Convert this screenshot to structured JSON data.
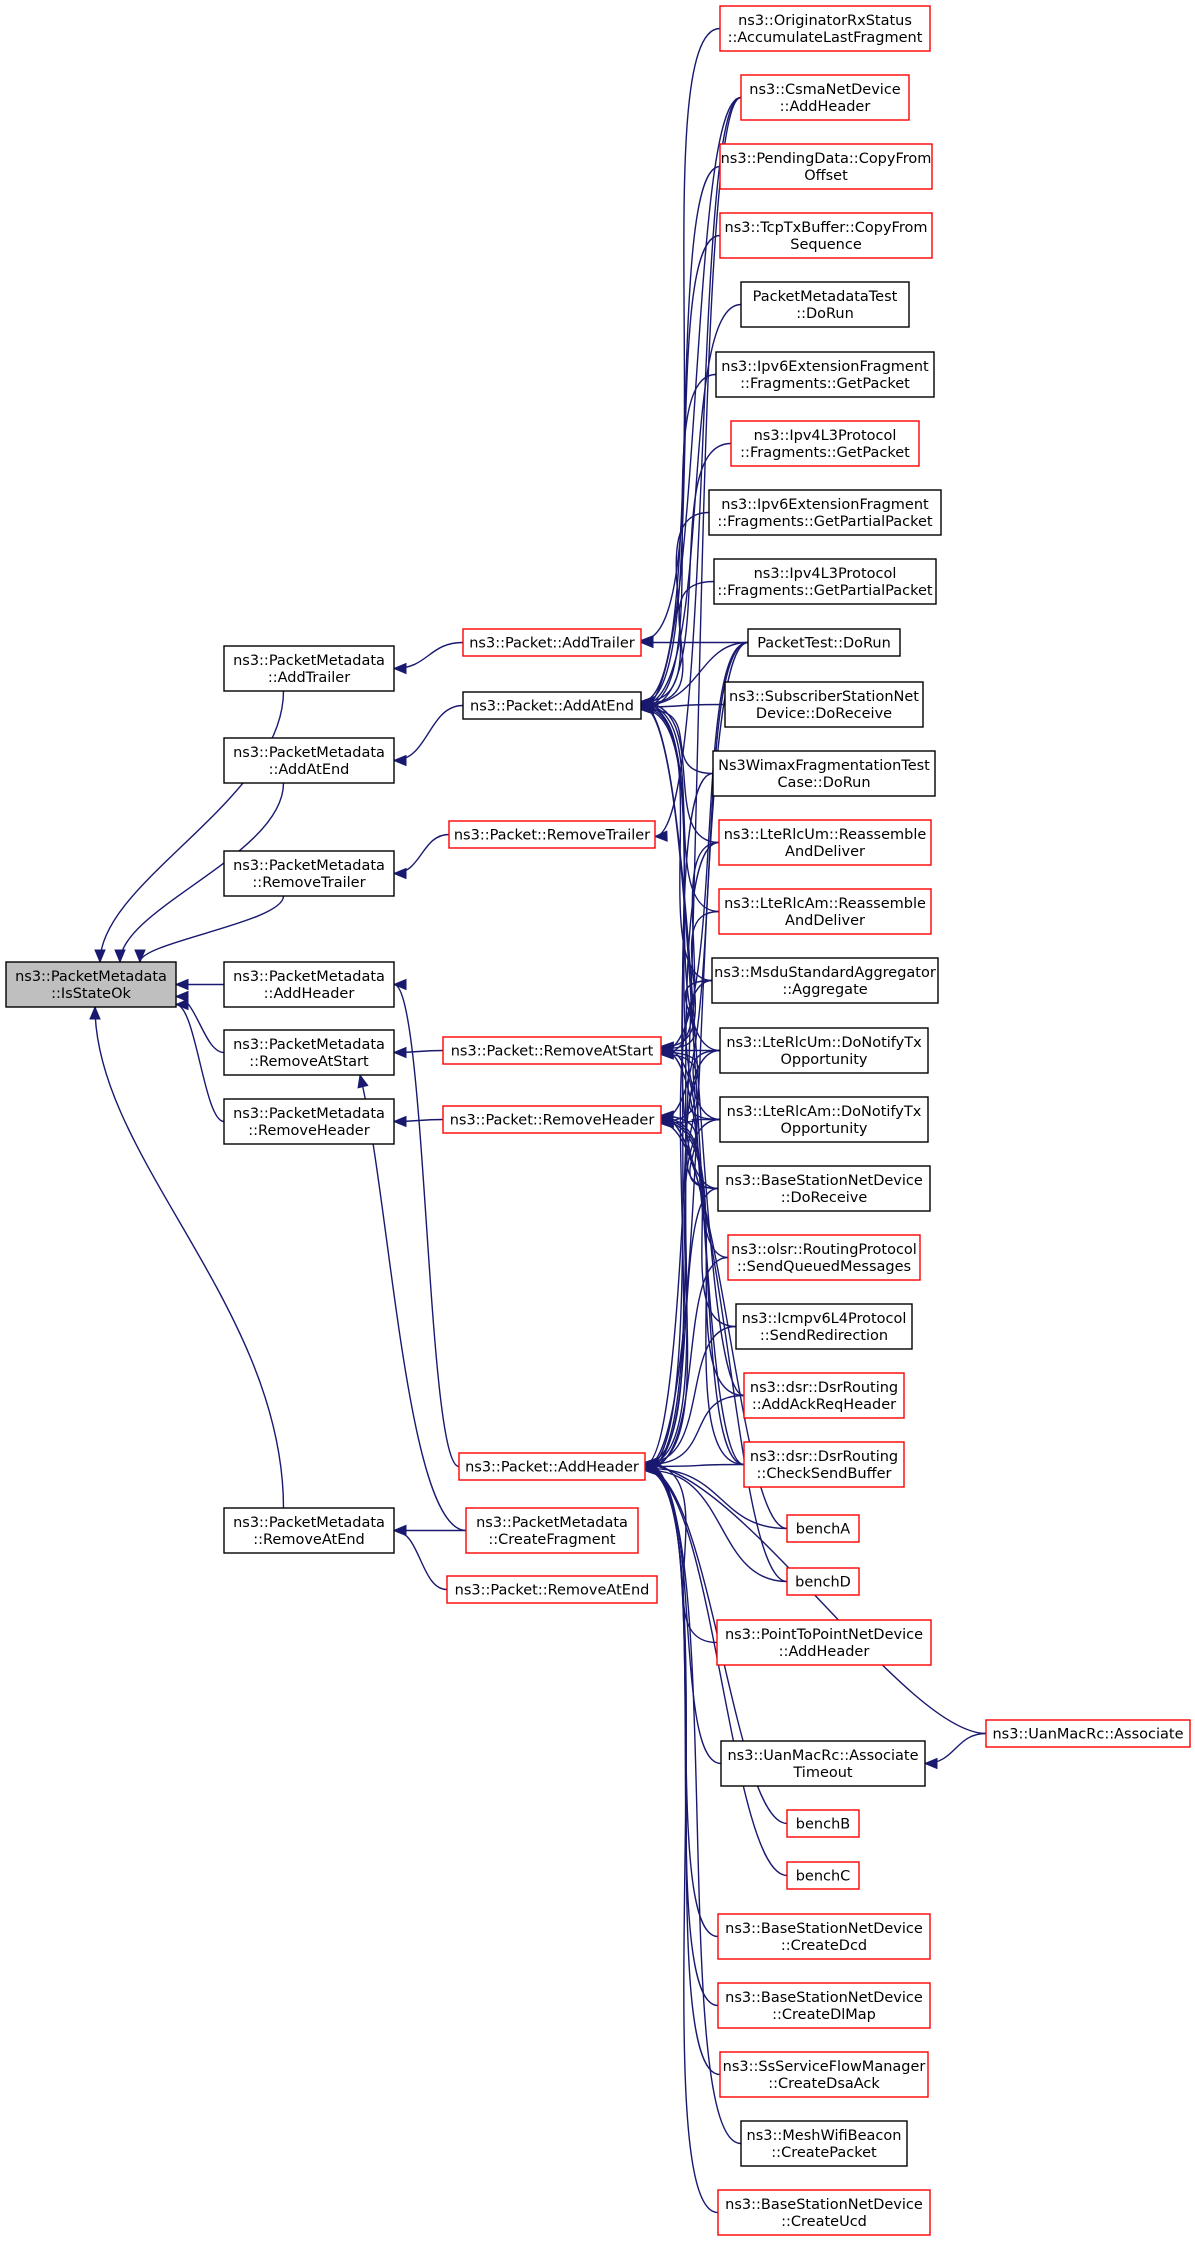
{
  "nodes": [
    {
      "id": "isstateok",
      "style": "root",
      "lines": [
        "ns3::PacketMetadata",
        "::IsStateOk"
      ]
    },
    {
      "id": "pm_addtrailer",
      "style": "black",
      "lines": [
        "ns3::PacketMetadata",
        "::AddTrailer"
      ]
    },
    {
      "id": "pm_addatend",
      "style": "black",
      "lines": [
        "ns3::PacketMetadata",
        "::AddAtEnd"
      ]
    },
    {
      "id": "pm_removetrailer",
      "style": "black",
      "lines": [
        "ns3::PacketMetadata",
        "::RemoveTrailer"
      ]
    },
    {
      "id": "pm_addheader",
      "style": "black",
      "lines": [
        "ns3::PacketMetadata",
        "::AddHeader"
      ]
    },
    {
      "id": "pm_removeatstart",
      "style": "black",
      "lines": [
        "ns3::PacketMetadata",
        "::RemoveAtStart"
      ]
    },
    {
      "id": "pm_removeheader",
      "style": "black",
      "lines": [
        "ns3::PacketMetadata",
        "::RemoveHeader"
      ]
    },
    {
      "id": "pm_removeatend",
      "style": "black",
      "lines": [
        "ns3::PacketMetadata",
        "::RemoveAtEnd"
      ]
    },
    {
      "id": "p_addtrailer",
      "style": "red",
      "lines": [
        "ns3::Packet::AddTrailer"
      ]
    },
    {
      "id": "p_addatend",
      "style": "black",
      "lines": [
        "ns3::Packet::AddAtEnd"
      ]
    },
    {
      "id": "p_removetrailer",
      "style": "red",
      "lines": [
        "ns3::Packet::RemoveTrailer"
      ]
    },
    {
      "id": "p_removeatstart",
      "style": "red",
      "lines": [
        "ns3::Packet::RemoveAtStart"
      ]
    },
    {
      "id": "p_removeheader",
      "style": "red",
      "lines": [
        "ns3::Packet::RemoveHeader"
      ]
    },
    {
      "id": "p_addheader",
      "style": "red",
      "lines": [
        "ns3::Packet::AddHeader"
      ]
    },
    {
      "id": "pm_createfragment",
      "style": "red",
      "lines": [
        "ns3::PacketMetadata",
        "::CreateFragment"
      ]
    },
    {
      "id": "p_removeatend",
      "style": "red",
      "lines": [
        "ns3::Packet::RemoveAtEnd"
      ]
    },
    {
      "id": "orig_acc",
      "style": "red",
      "lines": [
        "ns3::OriginatorRxStatus",
        "::AccumulateLastFragment"
      ]
    },
    {
      "id": "csma_addheader",
      "style": "red",
      "lines": [
        "ns3::CsmaNetDevice",
        "::AddHeader"
      ]
    },
    {
      "id": "pending_copy",
      "style": "red",
      "lines": [
        "ns3::PendingData::CopyFrom",
        "Offset"
      ]
    },
    {
      "id": "tcptx_copy",
      "style": "red",
      "lines": [
        "ns3::TcpTxBuffer::CopyFrom",
        "Sequence"
      ]
    },
    {
      "id": "pmtest_dorun",
      "style": "black",
      "lines": [
        "PacketMetadataTest",
        "::DoRun"
      ]
    },
    {
      "id": "ipv6ext_getpacket",
      "style": "black",
      "lines": [
        "ns3::Ipv6ExtensionFragment",
        "::Fragments::GetPacket"
      ]
    },
    {
      "id": "ipv4l3_getpacket",
      "style": "red",
      "lines": [
        "ns3::Ipv4L3Protocol",
        "::Fragments::GetPacket"
      ]
    },
    {
      "id": "ipv6ext_getpartial",
      "style": "black",
      "lines": [
        "ns3::Ipv6ExtensionFragment",
        "::Fragments::GetPartialPacket"
      ]
    },
    {
      "id": "ipv4l3_getpartial",
      "style": "black",
      "lines": [
        "ns3::Ipv4L3Protocol",
        "::Fragments::GetPartialPacket"
      ]
    },
    {
      "id": "packettest_dorun",
      "style": "black",
      "lines": [
        "PacketTest::DoRun"
      ]
    },
    {
      "id": "subscriber_doreceive",
      "style": "black",
      "lines": [
        "ns3::SubscriberStationNet",
        "Device::DoReceive"
      ]
    },
    {
      "id": "wimaxfrag_dorun",
      "style": "black",
      "lines": [
        "Ns3WimaxFragmentationTest",
        "Case::DoRun"
      ]
    },
    {
      "id": "lterlcum_reassemble",
      "style": "red",
      "lines": [
        "ns3::LteRlcUm::Reassemble",
        "AndDeliver"
      ]
    },
    {
      "id": "lterlcam_reassemble",
      "style": "red",
      "lines": [
        "ns3::LteRlcAm::Reassemble",
        "AndDeliver"
      ]
    },
    {
      "id": "msdu_aggregate",
      "style": "black",
      "lines": [
        "ns3::MsduStandardAggregator",
        "::Aggregate"
      ]
    },
    {
      "id": "lterlcum_notify",
      "style": "black",
      "lines": [
        "ns3::LteRlcUm::DoNotifyTx",
        "Opportunity"
      ]
    },
    {
      "id": "lterlcam_notify",
      "style": "black",
      "lines": [
        "ns3::LteRlcAm::DoNotifyTx",
        "Opportunity"
      ]
    },
    {
      "id": "bsnd_doreceive",
      "style": "black",
      "lines": [
        "ns3::BaseStationNetDevice",
        "::DoReceive"
      ]
    },
    {
      "id": "olsr_send",
      "style": "red",
      "lines": [
        "ns3::olsr::RoutingProtocol",
        "::SendQueuedMessages"
      ]
    },
    {
      "id": "icmpv6_redirect",
      "style": "black",
      "lines": [
        "ns3::Icmpv6L4Protocol",
        "::SendRedirection"
      ]
    },
    {
      "id": "dsr_ackreq",
      "style": "red",
      "lines": [
        "ns3::dsr::DsrRouting",
        "::AddAckReqHeader"
      ]
    },
    {
      "id": "dsr_checksend",
      "style": "red",
      "lines": [
        "ns3::dsr::DsrRouting",
        "::CheckSendBuffer"
      ]
    },
    {
      "id": "bencha",
      "style": "red",
      "lines": [
        "benchA"
      ]
    },
    {
      "id": "benchd",
      "style": "red",
      "lines": [
        "benchD"
      ]
    },
    {
      "id": "p2p_addheader",
      "style": "red",
      "lines": [
        "ns3::PointToPointNetDevice",
        "::AddHeader"
      ]
    },
    {
      "id": "uanmacrc_associate",
      "style": "red",
      "lines": [
        "ns3::UanMacRc::Associate"
      ]
    },
    {
      "id": "uanmacrc_timeout",
      "style": "black",
      "lines": [
        "ns3::UanMacRc::Associate",
        "Timeout"
      ]
    },
    {
      "id": "benchb",
      "style": "red",
      "lines": [
        "benchB"
      ]
    },
    {
      "id": "benchc",
      "style": "red",
      "lines": [
        "benchC"
      ]
    },
    {
      "id": "bsnd_createdcd",
      "style": "red",
      "lines": [
        "ns3::BaseStationNetDevice",
        "::CreateDcd"
      ]
    },
    {
      "id": "bsnd_createdlmap",
      "style": "red",
      "lines": [
        "ns3::BaseStationNetDevice",
        "::CreateDlMap"
      ]
    },
    {
      "id": "ssflow_dsaack",
      "style": "red",
      "lines": [
        "ns3::SsServiceFlowManager",
        "::CreateDsaAck"
      ]
    },
    {
      "id": "mesh_createpacket",
      "style": "black",
      "lines": [
        "ns3::MeshWifiBeacon",
        "::CreatePacket"
      ]
    },
    {
      "id": "bsnd_createucd",
      "style": "red",
      "lines": [
        "ns3::BaseStationNetDevice",
        "::CreateUcd"
      ]
    }
  ],
  "edges": [
    [
      "pm_addtrailer",
      "isstateok"
    ],
    [
      "pm_addatend",
      "isstateok"
    ],
    [
      "pm_removetrailer",
      "isstateok"
    ],
    [
      "pm_addheader",
      "isstateok"
    ],
    [
      "pm_removeatstart",
      "isstateok"
    ],
    [
      "pm_removeheader",
      "isstateok"
    ],
    [
      "pm_removeatend",
      "isstateok"
    ],
    [
      "p_addtrailer",
      "pm_addtrailer"
    ],
    [
      "p_addatend",
      "pm_addatend"
    ],
    [
      "p_removetrailer",
      "pm_removetrailer"
    ],
    [
      "p_addheader",
      "pm_addheader"
    ],
    [
      "p_removeatstart",
      "pm_removeatstart"
    ],
    [
      "pm_createfragment",
      "pm_removeatstart"
    ],
    [
      "p_removeheader",
      "pm_removeheader"
    ],
    [
      "pm_createfragment",
      "pm_removeatend"
    ],
    [
      "p_removeatend",
      "pm_removeatend"
    ],
    [
      "orig_acc",
      "p_addtrailer"
    ],
    [
      "packettest_dorun",
      "p_addtrailer"
    ],
    [
      "csma_addheader",
      "p_removetrailer"
    ],
    [
      "csma_addheader",
      "p_addatend"
    ],
    [
      "pending_copy",
      "p_addatend"
    ],
    [
      "tcptx_copy",
      "p_addatend"
    ],
    [
      "pmtest_dorun",
      "p_addatend"
    ],
    [
      "ipv6ext_getpacket",
      "p_addatend"
    ],
    [
      "ipv4l3_getpacket",
      "p_addatend"
    ],
    [
      "ipv6ext_getpartial",
      "p_addatend"
    ],
    [
      "ipv4l3_getpartial",
      "p_addatend"
    ],
    [
      "packettest_dorun",
      "p_addatend"
    ],
    [
      "subscriber_doreceive",
      "p_addatend"
    ],
    [
      "wimaxfrag_dorun",
      "p_addatend"
    ],
    [
      "lterlcum_reassemble",
      "p_addatend"
    ],
    [
      "lterlcam_reassemble",
      "p_addatend"
    ],
    [
      "msdu_aggregate",
      "p_addatend"
    ],
    [
      "lterlcum_notify",
      "p_addatend"
    ],
    [
      "lterlcam_notify",
      "p_addatend"
    ],
    [
      "bsnd_doreceive",
      "p_addatend"
    ],
    [
      "dsr_ackreq",
      "p_addatend"
    ],
    [
      "dsr_checksend",
      "p_addatend"
    ],
    [
      "packettest_dorun",
      "p_removeatstart"
    ],
    [
      "lterlcum_reassemble",
      "p_removeatstart"
    ],
    [
      "lterlcam_reassemble",
      "p_removeatstart"
    ],
    [
      "msdu_aggregate",
      "p_removeatstart"
    ],
    [
      "lterlcum_notify",
      "p_removeatstart"
    ],
    [
      "lterlcam_notify",
      "p_removeatstart"
    ],
    [
      "bsnd_doreceive",
      "p_removeatstart"
    ],
    [
      "olsr_send",
      "p_removeatstart"
    ],
    [
      "dsr_checksend",
      "p_removeatstart"
    ],
    [
      "packettest_dorun",
      "p_removeheader"
    ],
    [
      "lterlcum_notify",
      "p_removeheader"
    ],
    [
      "lterlcam_notify",
      "p_removeheader"
    ],
    [
      "bsnd_doreceive",
      "p_removeheader"
    ],
    [
      "icmpv6_redirect",
      "p_removeheader"
    ],
    [
      "dsr_ackreq",
      "p_removeheader"
    ],
    [
      "dsr_checksend",
      "p_removeheader"
    ],
    [
      "bencha",
      "p_removeheader"
    ],
    [
      "benchd",
      "p_removeheader"
    ],
    [
      "csma_addheader",
      "p_addheader"
    ],
    [
      "packettest_dorun",
      "p_addheader"
    ],
    [
      "wimaxfrag_dorun",
      "p_addheader"
    ],
    [
      "lterlcum_reassemble",
      "p_addheader"
    ],
    [
      "msdu_aggregate",
      "p_addheader"
    ],
    [
      "lterlcum_notify",
      "p_addheader"
    ],
    [
      "lterlcam_notify",
      "p_addheader"
    ],
    [
      "bsnd_doreceive",
      "p_addheader"
    ],
    [
      "olsr_send",
      "p_addheader"
    ],
    [
      "icmpv6_redirect",
      "p_addheader"
    ],
    [
      "dsr_ackreq",
      "p_addheader"
    ],
    [
      "dsr_checksend",
      "p_addheader"
    ],
    [
      "bencha",
      "p_addheader"
    ],
    [
      "benchd",
      "p_addheader"
    ],
    [
      "p2p_addheader",
      "p_addheader"
    ],
    [
      "uanmacrc_associate",
      "p_addheader"
    ],
    [
      "uanmacrc_timeout",
      "p_addheader"
    ],
    [
      "benchb",
      "p_addheader"
    ],
    [
      "benchc",
      "p_addheader"
    ],
    [
      "bsnd_createdcd",
      "p_addheader"
    ],
    [
      "bsnd_createdlmap",
      "p_addheader"
    ],
    [
      "ssflow_dsaack",
      "p_addheader"
    ],
    [
      "mesh_createpacket",
      "p_addheader"
    ],
    [
      "bsnd_createucd",
      "p_addheader"
    ],
    [
      "uanmacrc_associate",
      "uanmacrc_timeout"
    ]
  ],
  "colors": {
    "edge": "#191970",
    "red_border": "#ff0000",
    "black_border": "#000000",
    "root_fill": "#bfbfbf"
  }
}
